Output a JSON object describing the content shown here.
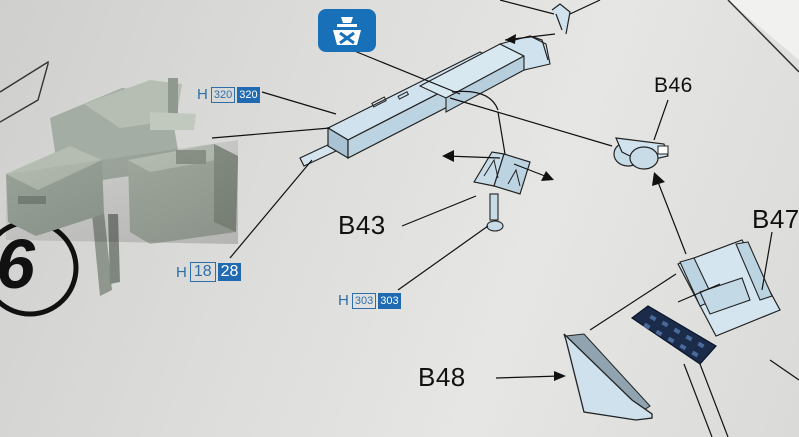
{
  "labels": {
    "b43": "B43",
    "b46": "B46",
    "b47": "B47",
    "b48": "B48",
    "step_number": "6"
  },
  "part_codes": {
    "upper": {
      "prefix": "H",
      "outline": "320",
      "filled": "320"
    },
    "middle": {
      "prefix": "H",
      "outline": "18",
      "filled": "28"
    },
    "lower": {
      "prefix": "H",
      "outline": "303",
      "filled": "303"
    }
  },
  "icons": {
    "glue": "cement-warning-icon"
  },
  "colors": {
    "paper": "#e3e3e1",
    "part_fill": "#c8dce8",
    "code_blue": "#1f6ab0",
    "model_grey": "#9aa39a",
    "ink": "#111111"
  }
}
